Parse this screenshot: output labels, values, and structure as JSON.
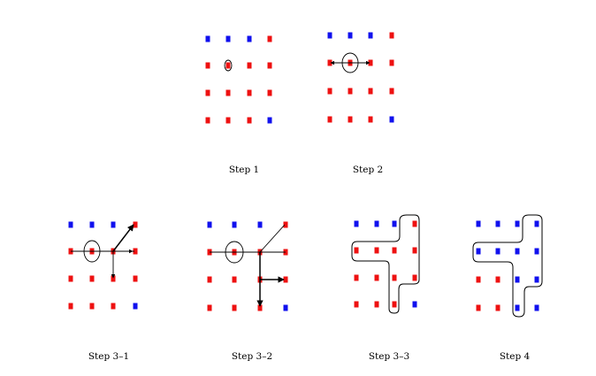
{
  "colors": {
    "red": "#ee1111",
    "blue": "#1111ee",
    "ink": "#000000"
  },
  "panels": [
    {
      "id": "step-1",
      "caption": "Step 1",
      "grid": [
        [
          "B",
          "B",
          "B",
          "R"
        ],
        [
          "R",
          "R",
          "R",
          "R"
        ],
        [
          "R",
          "R",
          "R",
          "R"
        ],
        [
          "R",
          "R",
          "R",
          "B"
        ]
      ]
    },
    {
      "id": "step-2",
      "caption": "Step  2",
      "grid": [
        [
          "B",
          "B",
          "B",
          "R"
        ],
        [
          "R",
          "R",
          "R",
          "R"
        ],
        [
          "R",
          "R",
          "R",
          "R"
        ],
        [
          "R",
          "R",
          "R",
          "B"
        ]
      ]
    },
    {
      "id": "step-3-1",
      "caption": "Step 3–1",
      "grid": [
        [
          "B",
          "B",
          "B",
          "R"
        ],
        [
          "R",
          "R",
          "R",
          "R"
        ],
        [
          "R",
          "R",
          "R",
          "R"
        ],
        [
          "R",
          "R",
          "R",
          "B"
        ]
      ]
    },
    {
      "id": "step-3-2",
      "caption": "Step 3–2",
      "grid": [
        [
          "B",
          "B",
          "B",
          "R"
        ],
        [
          "R",
          "R",
          "R",
          "R"
        ],
        [
          "R",
          "R",
          "R",
          "R"
        ],
        [
          "R",
          "R",
          "R",
          "B"
        ]
      ]
    },
    {
      "id": "step-3-3",
      "caption": "Step 3–3",
      "grid": [
        [
          "B",
          "B",
          "B",
          "R"
        ],
        [
          "R",
          "R",
          "R",
          "R"
        ],
        [
          "R",
          "R",
          "R",
          "R"
        ],
        [
          "R",
          "R",
          "R",
          "B"
        ]
      ]
    },
    {
      "id": "step-4",
      "caption": "Step 4",
      "grid": [
        [
          "B",
          "B",
          "B",
          "B"
        ],
        [
          "B",
          "B",
          "B",
          "B"
        ],
        [
          "R",
          "R",
          "B",
          "B"
        ],
        [
          "R",
          "R",
          "B",
          "B"
        ]
      ]
    }
  ]
}
